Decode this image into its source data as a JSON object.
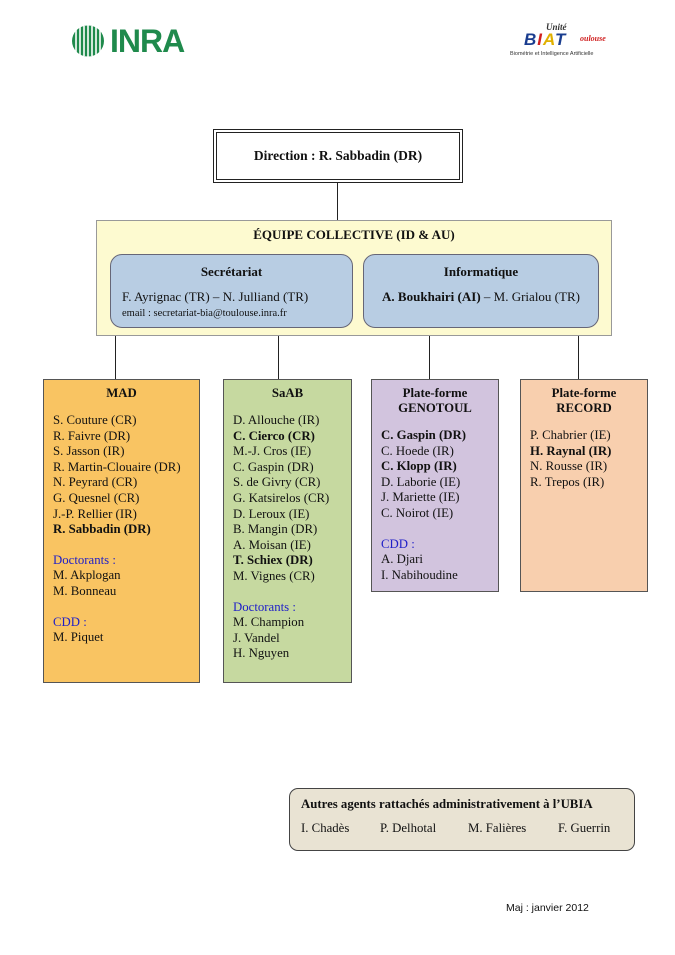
{
  "logos": {
    "inra_text": "INRA",
    "biat_unite": "Unité",
    "biat_letters": [
      "B",
      "I",
      "A",
      "T"
    ],
    "biat_toulouse": "oulouse",
    "biat_subtitle": "Biométrie et Intelligence Artificielle"
  },
  "direction": {
    "label": "Direction : R. Sabbadin (DR)"
  },
  "equipe": {
    "title": "ÉQUIPE COLLECTIVE (ID & AU)",
    "secretariat": {
      "title": "Secrétariat",
      "members": "F. Ayrignac (TR) – N. Julliand (TR)",
      "email": "email : secretariat-bia@toulouse.inra.fr"
    },
    "informatique": {
      "title": "Informatique",
      "member_bold": "A. Boukhairi (AI)",
      "separator": " – ",
      "member_plain": "M. Grialou (TR)"
    }
  },
  "teams": {
    "mad": {
      "title": "MAD",
      "members": [
        "S. Couture (CR)",
        "R. Faivre (DR)",
        "S. Jasson (IR)",
        "R. Martin-Clouaire (DR)",
        "N. Peyrard (CR)",
        "G. Quesnel (CR)",
        "J.-P. Rellier (IR)",
        "R. Sabbadin (DR)"
      ],
      "doctorants_label": "Doctorants :",
      "doctorants": [
        "M. Akplogan",
        "M. Bonneau"
      ],
      "cdd_label": "CDD :",
      "cdd": [
        "M. Piquet"
      ]
    },
    "saab": {
      "title": "SaAB",
      "members": [
        "D. Allouche (IR)",
        "C. Cierco (CR)",
        "M.-J. Cros (IE)",
        "C. Gaspin (DR)",
        "S. de Givry (CR)",
        "G. Katsirelos (CR)",
        "D. Leroux (IE)",
        "B. Mangin (DR)",
        "A. Moisan (IE)",
        "T. Schiex (DR)",
        "M. Vignes (CR)"
      ],
      "doctorants_label": "Doctorants :",
      "doctorants": [
        "M. Champion",
        "J. Vandel",
        "H. Nguyen"
      ]
    },
    "genotoul": {
      "title_line1": "Plate-forme",
      "title_line2": "GENOTOUL",
      "members": [
        "C. Gaspin (DR)",
        "C. Hoede (IR)",
        "C. Klopp (IR)",
        "D. Laborie (IE)",
        "J. Mariette (IE)",
        "C. Noirot (IE)"
      ],
      "cdd_label": "CDD :",
      "cdd": [
        "A. Djari",
        "I. Nabihoudine"
      ]
    },
    "record": {
      "title_line1": "Plate-forme",
      "title_line2": "RECORD",
      "members": [
        "P. Chabrier (IE)",
        "H. Raynal (IR)",
        "N. Rousse (IR)",
        "R. Trepos (IR)"
      ]
    }
  },
  "autres": {
    "title": "Autres agents rattachés administrativement à l’UBIA",
    "names": [
      "I. Chadès",
      "P. Delhotal",
      "M. Falières",
      "F. Guerrin"
    ]
  },
  "footer": {
    "maj": "Maj : janvier 2012"
  }
}
